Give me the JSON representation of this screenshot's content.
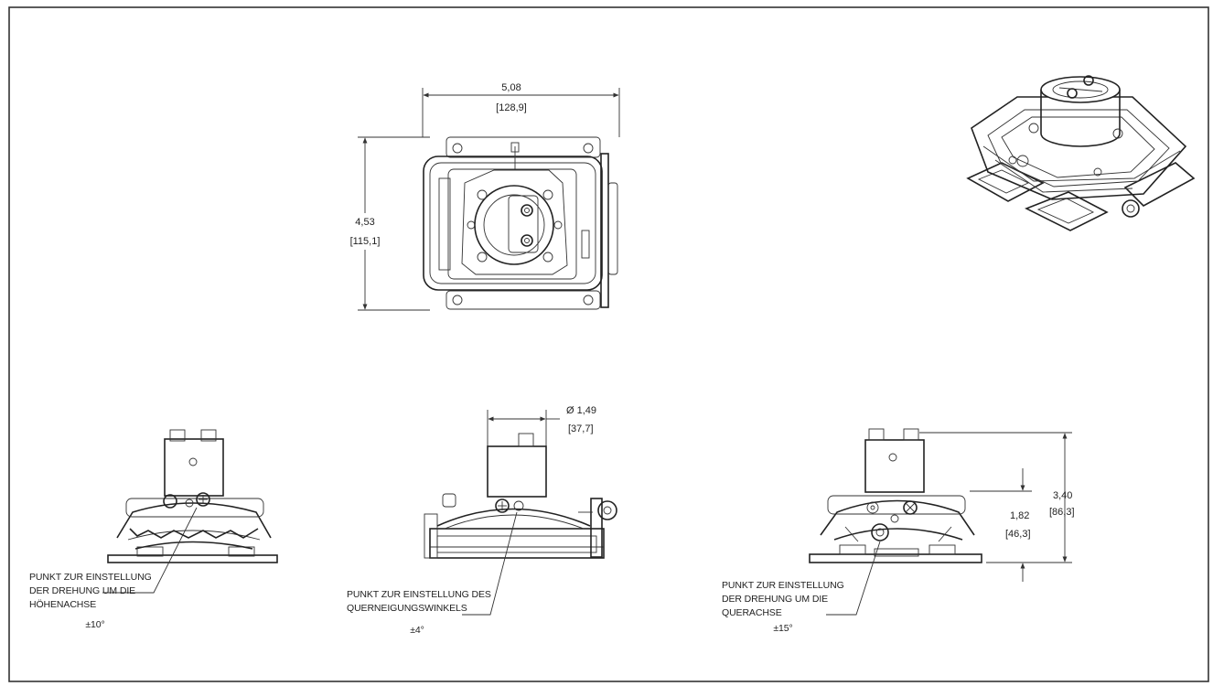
{
  "views": {
    "top": {
      "width_in": "5,08",
      "width_mm": "[128,9]",
      "depth_in": "4,53",
      "depth_mm": "[115,1]"
    },
    "front": {
      "note_lines": [
        "PUNKT ZUR EINSTELLUNG",
        "DER DREHUNG UM DIE",
        "HÖHENACHSE"
      ],
      "angle": "±10°"
    },
    "side": {
      "diameter_in": "Ø 1,49",
      "diameter_mm": "[37,7]",
      "note_lines": [
        "PUNKT ZUR EINSTELLUNG DES",
        "QUERNEIGUNGSWINKELS"
      ],
      "angle": "±4°"
    },
    "back": {
      "height_total_in": "3,40",
      "height_total_mm": "[86,3]",
      "height_base_in": "1,82",
      "height_base_mm": "[46,3]",
      "note_lines": [
        "PUNKT ZUR EINSTELLUNG",
        "DER DREHUNG UM DIE",
        "QUERACHSE"
      ],
      "angle": "±15°"
    }
  }
}
